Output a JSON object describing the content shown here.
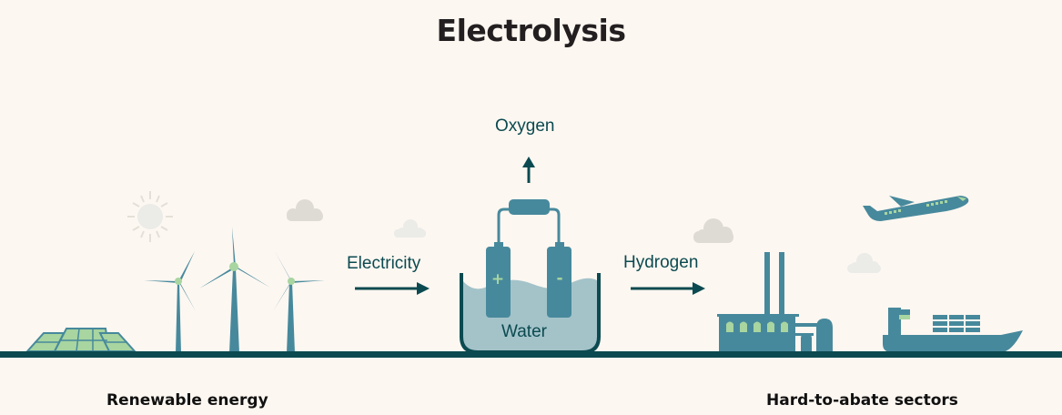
{
  "title": "Electrolysis",
  "labels": {
    "oxygen": "Oxygen",
    "electricity": "Electricity",
    "hydrogen": "Hydrogen",
    "water": "Water",
    "plus": "+",
    "minus": "-"
  },
  "sections": {
    "left": "Renewable energy",
    "right": "Hard-to-abate sectors"
  },
  "colors": {
    "background": "#fdf7f1",
    "teal": "#47899c",
    "dark_teal": "#0b4a50",
    "light_green": "#a8d5a0",
    "water": "#a3c3c9",
    "cloud": "#dedbd4",
    "sun": "#ebebe7"
  }
}
